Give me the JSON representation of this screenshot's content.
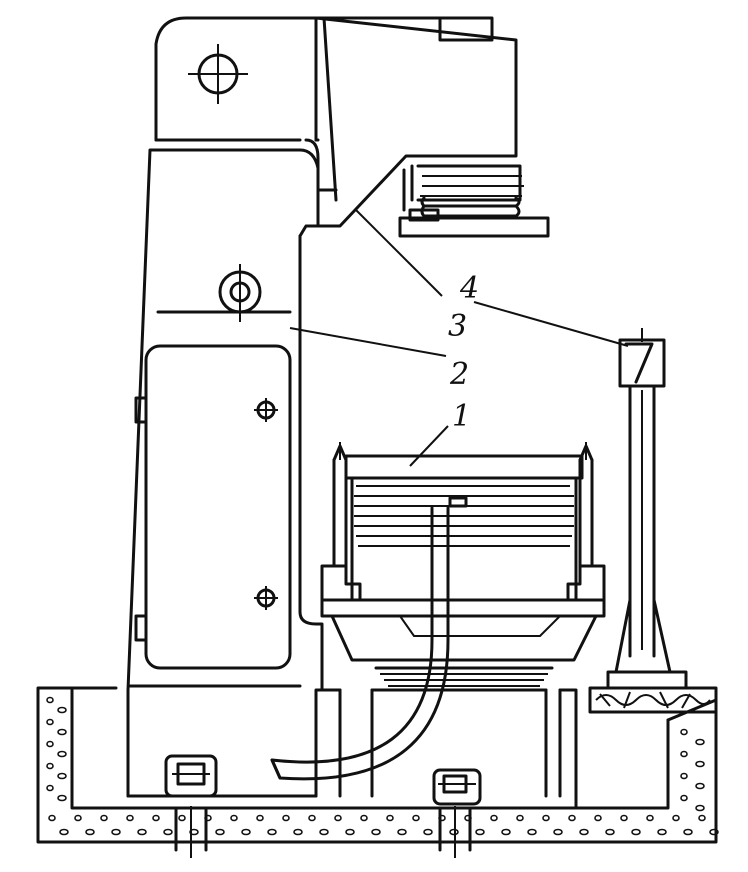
{
  "labels": {
    "part1": "1",
    "part2": "2",
    "part3": "3",
    "part4": "4"
  }
}
